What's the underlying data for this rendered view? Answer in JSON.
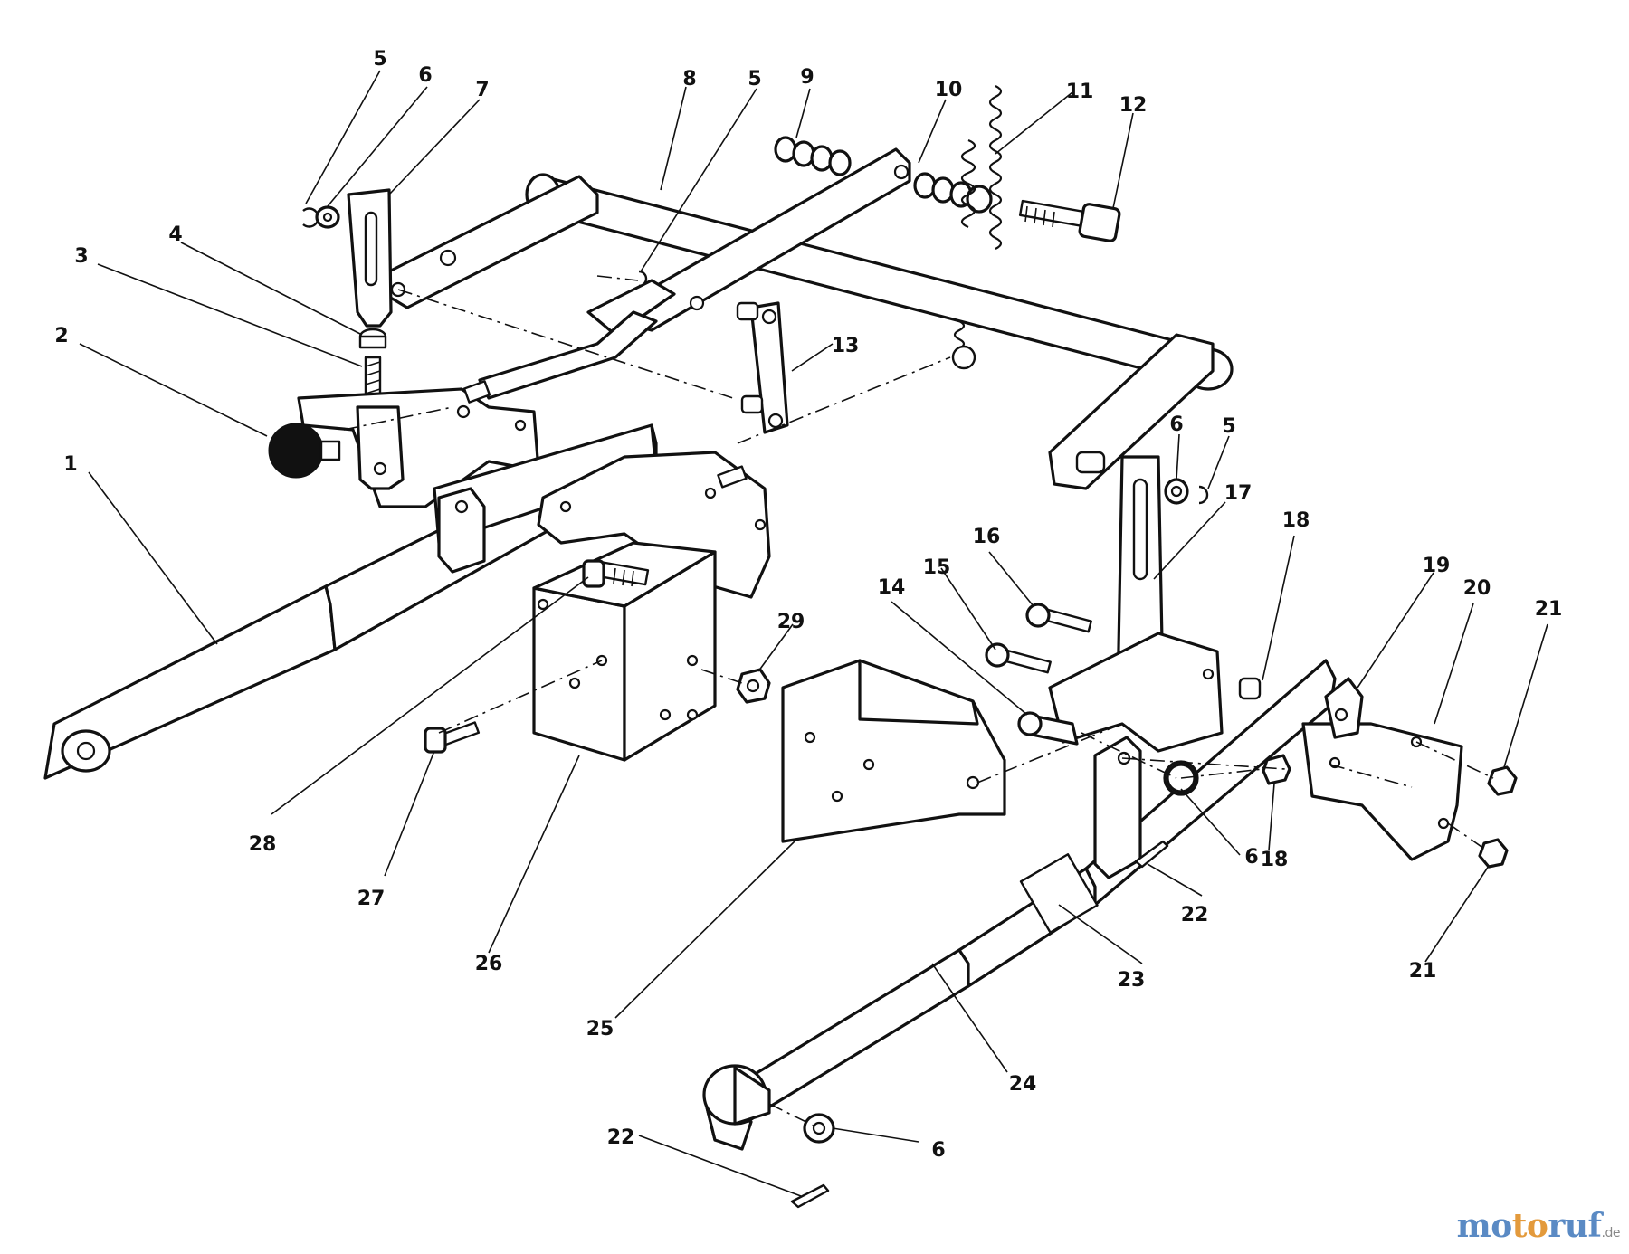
{
  "diagram": {
    "callouts": [
      "1",
      "2",
      "3",
      "4",
      "5",
      "6",
      "7",
      "8",
      "5",
      "9",
      "10",
      "11",
      "12",
      "13",
      "6",
      "5",
      "17",
      "16",
      "15",
      "14",
      "18",
      "19",
      "20",
      "21",
      "18",
      "6",
      "22",
      "23",
      "21",
      "29",
      "28",
      "27",
      "26",
      "25",
      "24",
      "22",
      "6"
    ]
  },
  "watermark": {
    "part1": "mo",
    "part2": "to",
    "part3": "ruf",
    "suffix": ".de"
  }
}
